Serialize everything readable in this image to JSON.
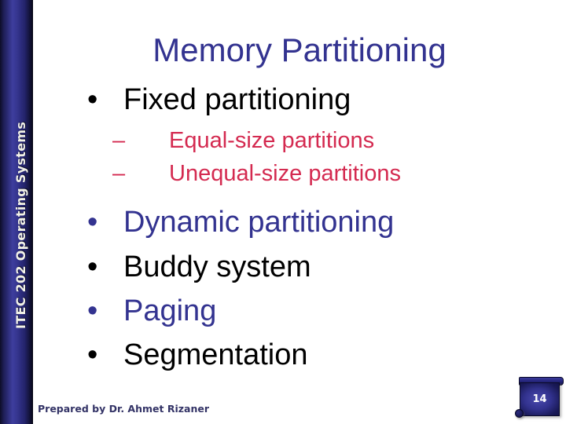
{
  "title": "Memory Partitioning",
  "sidebar": {
    "label": "ITEC 202 Operating Systems"
  },
  "glyphs": {
    "bullet": "•",
    "dash": "–"
  },
  "bullets": [
    {
      "label": "Fixed partitioning",
      "level": 1,
      "color": "black"
    },
    {
      "label": "Equal-size partitions",
      "level": 2,
      "color": "red"
    },
    {
      "label": "Unequal-size partitions",
      "level": 2,
      "color": "red"
    },
    {
      "label": "Dynamic partitioning",
      "level": 1,
      "color": "blue"
    },
    {
      "label": "Buddy system",
      "level": 1,
      "color": "black"
    },
    {
      "label": "Paging",
      "level": 1,
      "color": "blue"
    },
    {
      "label": "Segmentation",
      "level": 1,
      "color": "black"
    }
  ],
  "footer": {
    "credit": "Prepared by Dr. Ahmet Rizaner"
  },
  "page": {
    "number": "14"
  },
  "colors": {
    "accent_blue": "#333390",
    "bullet_red": "#d42a50",
    "text_black": "#000000",
    "footer_navy": "#333366",
    "sidebar_text": "#f2f2e8",
    "scroll_center": "#4a4aae",
    "scroll_edge": "#12124a",
    "scroll_border": "#0a0a28"
  }
}
